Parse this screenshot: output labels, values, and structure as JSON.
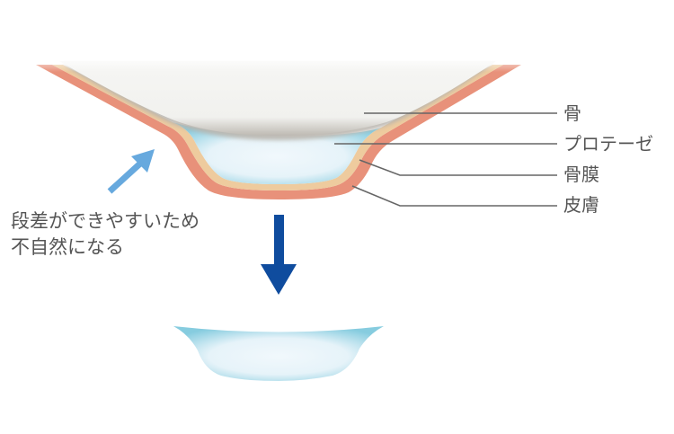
{
  "diagram": {
    "type": "cross-section illustration",
    "subject": "nasal prosthesis placement (before / removed)",
    "labels": [
      {
        "id": "bone",
        "text": "骨"
      },
      {
        "id": "prosthesis",
        "text": "プロテーゼ"
      },
      {
        "id": "periosteum",
        "text": "骨膜"
      },
      {
        "id": "skin",
        "text": "皮膚"
      }
    ],
    "note": {
      "line1": "段差ができやすいため",
      "line2": "不自然になる"
    },
    "colors": {
      "skin": "#E8917A",
      "periosteum": "#EECB9E",
      "bone": "#F4F4F2",
      "bone_shadow": "#C9C6C0",
      "prosthesis_edge": "#8FD0E0",
      "prosthesis_center": "#EEF6FB",
      "leader_line": "#666666",
      "pointer_arrow": "#67A9DE",
      "down_arrow": "#0F4C9E",
      "text": "#555555"
    }
  }
}
